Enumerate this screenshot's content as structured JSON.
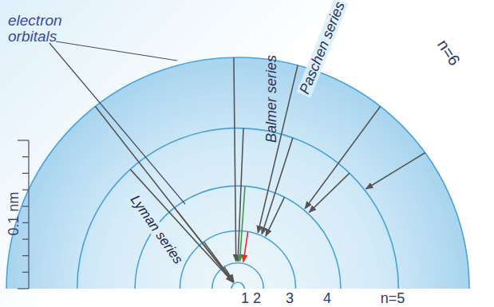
{
  "diagram": {
    "labels": [
      "electron orbitals",
      "Balmer series",
      "Paschen series",
      "Lyman series",
      "n=6",
      "0.1 nm",
      "1",
      "2",
      "3",
      "4",
      "n=5"
    ]
  }
}
